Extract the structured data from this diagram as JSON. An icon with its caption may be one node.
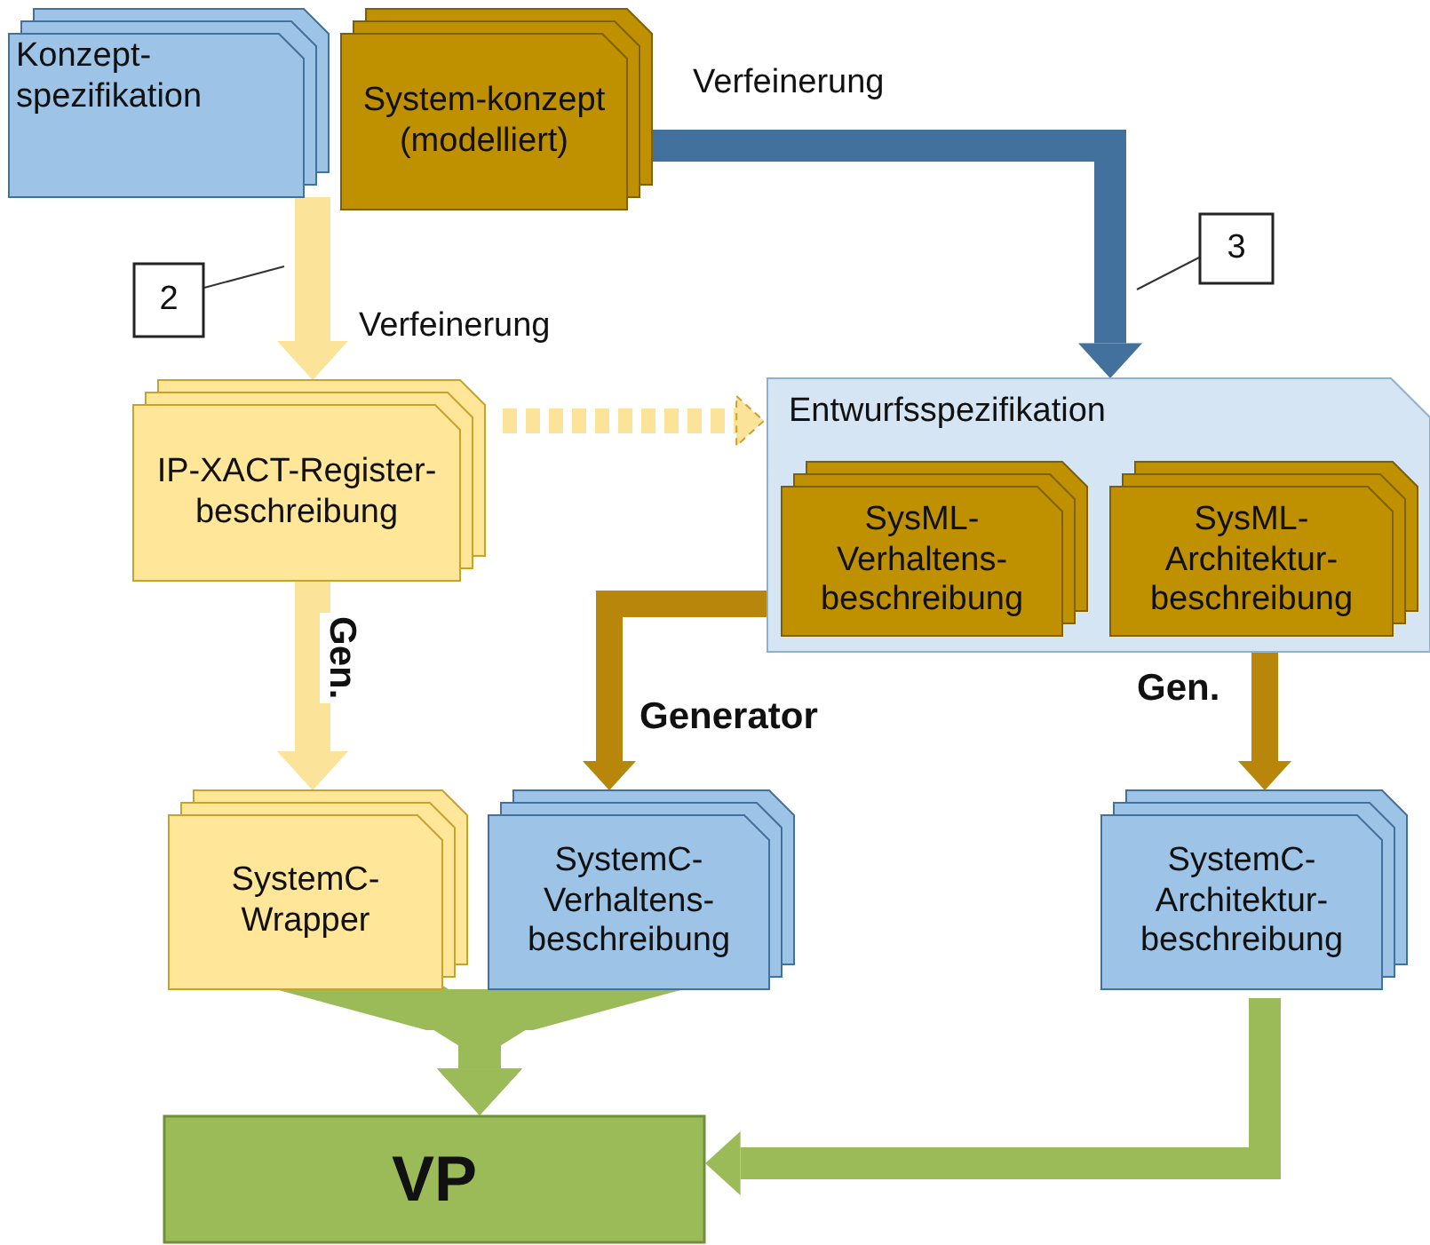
{
  "diagram": {
    "nodes": [
      {
        "text": [
          "Konzept-spezifikation"
        ]
      },
      {
        "text": [
          "System-konzept (modelliert)"
        ]
      },
      {
        "text": [
          "IP-XACT-Register-beschreibung"
        ]
      },
      {
        "text": [
          "Entwurfsspezifikation"
        ]
      },
      {
        "text": [
          "SysML-Verhaltens-beschreibung"
        ],
        "in": 3
      },
      {
        "text": [
          "SysML-Architektur-beschreibung"
        ],
        "in": 3
      },
      {
        "text": [
          "SystemC-Wrapper"
        ]
      },
      {
        "text": [
          "SystemC-Verhaltens-beschreibung"
        ]
      },
      {
        "text": [
          "SystemC-Architektur-beschreibung"
        ]
      },
      {
        "text": [
          "VP"
        ]
      },
      {
        "text": [
          "2"
        ]
      },
      {
        "text": [
          "3"
        ]
      }
    ],
    "edges": [
      {
        "from": 0,
        "to": 2,
        "arrow": "to",
        "label": "Verfeinerung",
        "color": "#fbe39a"
      },
      {
        "from": 1,
        "to": 3,
        "arrow": "to",
        "label": "Verfeinerung",
        "color": "#41719c"
      },
      {
        "from": 2,
        "to": 3,
        "arrow": "to",
        "style": "dashed",
        "color": "#fbe39a"
      },
      {
        "from": 2,
        "to": 6,
        "arrow": "to",
        "label": "Gen.",
        "color": "#fbe39a"
      },
      {
        "from": 3,
        "to": 7,
        "arrow": "to",
        "label": "Generator",
        "color": "#b8860b"
      },
      {
        "from": 3,
        "to": 8,
        "arrow": "to",
        "label": "Gen.",
        "color": "#b8860b"
      },
      {
        "from": 6,
        "to": 9,
        "arrow": "to",
        "color": "#9bbb59"
      },
      {
        "from": 7,
        "to": 9,
        "arrow": "to",
        "color": "#9bbb59"
      },
      {
        "from": 8,
        "to": 9,
        "arrow": "to",
        "color": "#9bbb59"
      },
      {
        "from": 10,
        "to": null,
        "arrow": "none",
        "color": "#333333"
      },
      {
        "from": 11,
        "to": null,
        "arrow": "none",
        "color": "#333333"
      }
    ]
  }
}
